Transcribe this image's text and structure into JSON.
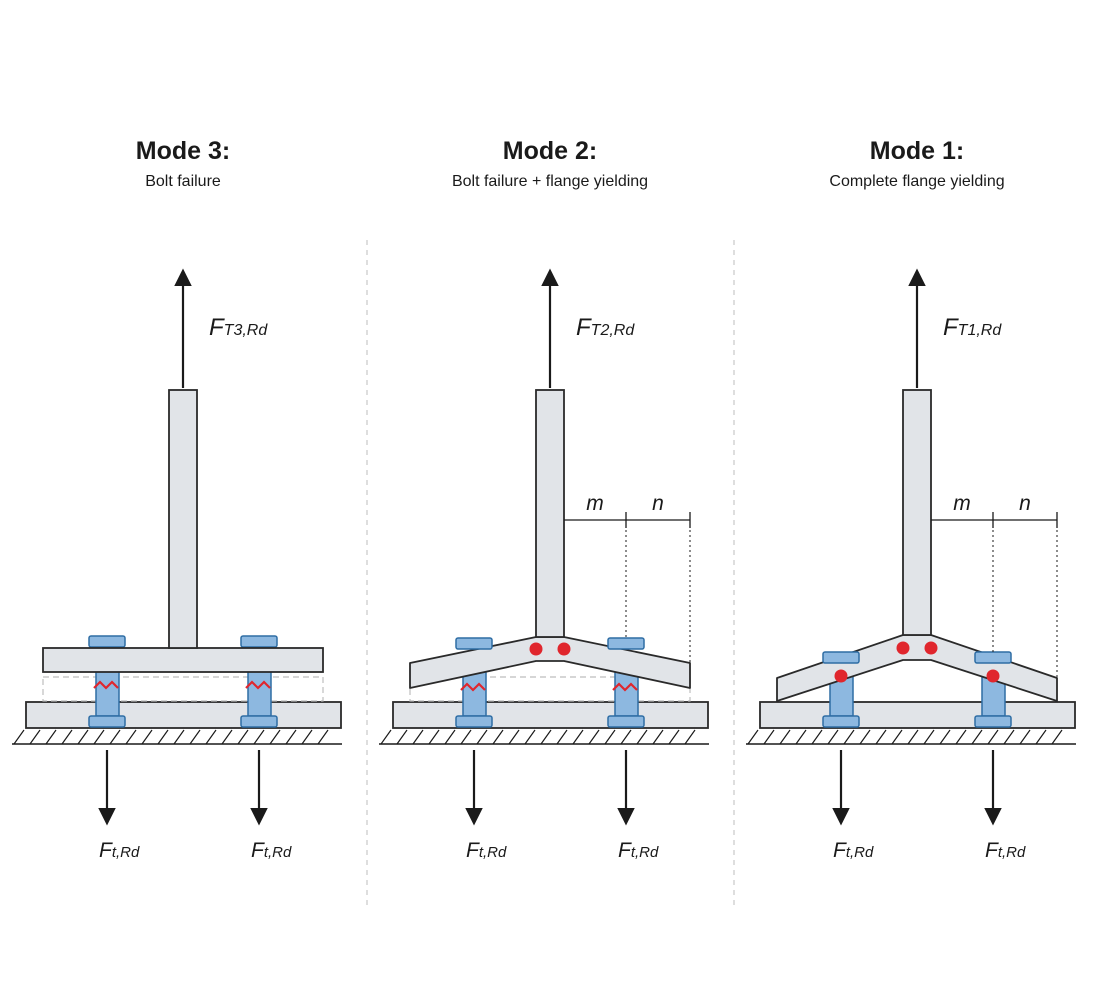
{
  "panels": [
    {
      "title": "Mode 3:",
      "subtitle": "Bolt failure",
      "force_main": "F",
      "force_main_sub": "T3,Rd",
      "bolt_force": "F",
      "bolt_force_sub": "t,Rd"
    },
    {
      "title": "Mode 2:",
      "subtitle": "Bolt failure + flange yielding",
      "force_main": "F",
      "force_main_sub": "T2,Rd",
      "bolt_force": "F",
      "bolt_force_sub": "t,Rd",
      "dim_m": "m",
      "dim_n": "n"
    },
    {
      "title": "Mode 1:",
      "subtitle": "Complete flange yielding",
      "force_main": "F",
      "force_main_sub": "T1,Rd",
      "bolt_force": "F",
      "bolt_force_sub": "t,Rd",
      "dim_m": "m",
      "dim_n": "n"
    }
  ],
  "colors": {
    "steel_fill": "#e1e4e8",
    "outline": "#2a2a2a",
    "bolt_fill": "#8db8e0",
    "bolt_stroke": "#2e6da4",
    "failure_mark": "#e0262d",
    "plastic_hinge": "#e0262d",
    "divider": "#c8c8c8"
  }
}
